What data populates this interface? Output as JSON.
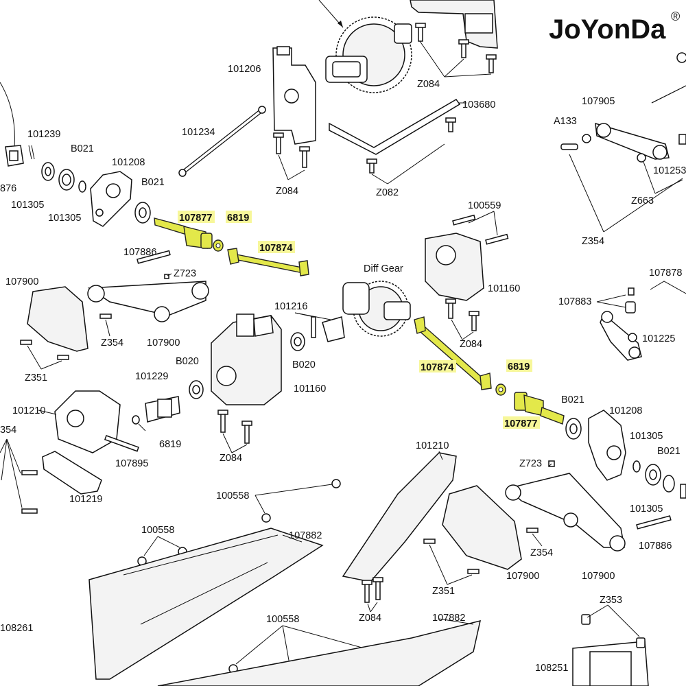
{
  "brand": {
    "name": "JoYonDa",
    "mark": "®"
  },
  "highlight_color": "#e3e84a",
  "labels": {
    "l101206": "101206",
    "l101234": "101234",
    "l101239": "101239",
    "lB021a": "B021",
    "l876": "876",
    "l101305a": "101305",
    "l101305b": "101305",
    "l101208a": "101208",
    "lB021b": "B021",
    "lZ084a": "Z084",
    "lZ084b": "Z084",
    "l103680": "103680",
    "lZ082": "Z082",
    "l107905": "107905",
    "lA133": "A133",
    "l101253": "101253",
    "lZ663": "Z663",
    "lZ354a": "Z354",
    "l100559": "100559",
    "l107878": "107878",
    "l107883": "107883",
    "l101225": "101225",
    "l101160a": "101160",
    "lZ084c": "Z084",
    "lDiff": "Diff Gear",
    "l107886a": "107886",
    "lZ723a": "Z723",
    "l107900a": "107900",
    "lZ354b": "Z354",
    "l107900b": "107900",
    "lZ351a": "Z351",
    "l101216": "101216",
    "lB020a": "B020",
    "l101160b": "101160",
    "l101229": "101229",
    "lB020b": "B020",
    "l6819c": "6819",
    "l101210a": "101210",
    "l354": "354",
    "l107895": "107895",
    "lZ084d": "Z084",
    "l101219": "101219",
    "lB021c": "B021",
    "l101208b": "101208",
    "l101305c": "101305",
    "lB021d": "B021",
    "l101305d": "101305",
    "lZ723b": "Z723",
    "l107886b": "107886",
    "lZ354c": "Z354",
    "l107900c": "107900",
    "l107900d": "107900",
    "l101210b": "101210",
    "lZ351b": "Z351",
    "lZ084e": "Z084",
    "l100558a": "100558",
    "l100558b": "100558",
    "l107882a": "107882",
    "l108261": "108261",
    "l100558c": "100558",
    "l107882b": "107882",
    "lZ353": "Z353",
    "l108251": "108251"
  },
  "highlighted_labels": {
    "h107877a": "107877",
    "h6819a": "6819",
    "h107874a": "107874",
    "h107874b": "107874",
    "h6819b": "6819",
    "h107877b": "107877"
  }
}
